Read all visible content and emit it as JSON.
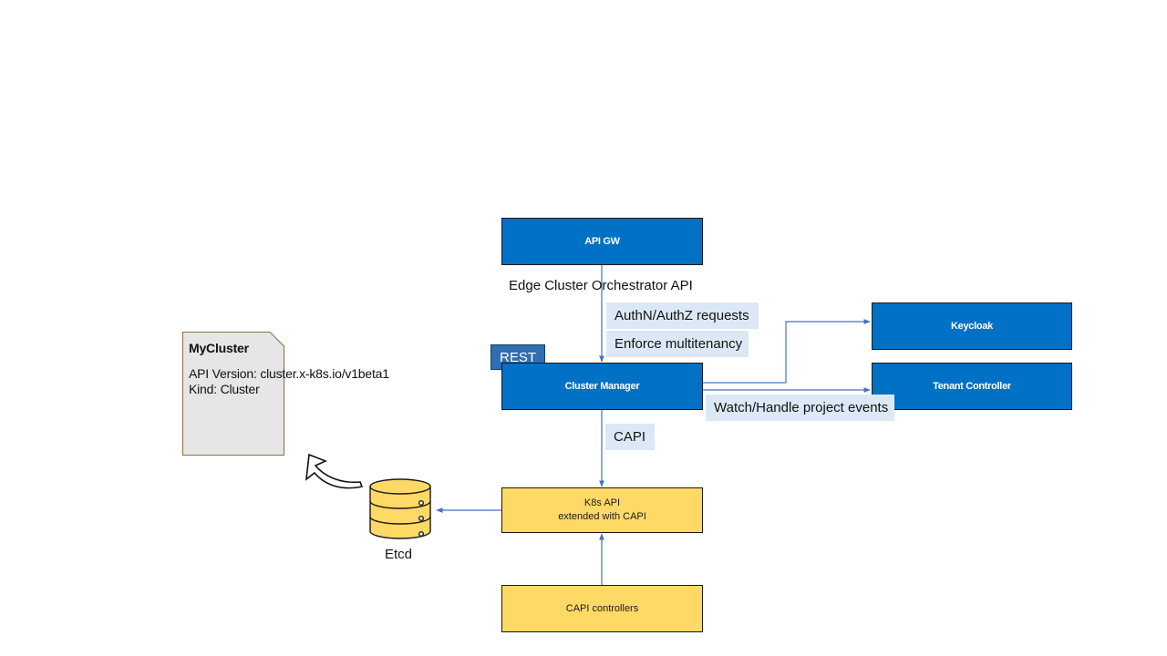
{
  "colors": {
    "accent_blue": "#0071c5",
    "node_yellow": "#ffd966",
    "label_bg": "#dce8f5",
    "rest_tag": "#2f6fb2",
    "arrow": "#4472c4",
    "etcd_fill": "#ffd966",
    "doc_fill": "#e6e6e6",
    "doc_border": "#8b6e3e"
  },
  "nodes": {
    "api_gw": "API GW",
    "cluster_manager": "Cluster Manager",
    "keycloak": "Keycloak",
    "tenant_controller": "Tenant Controller",
    "k8s_api_line1": "K8s API",
    "k8s_api_line2": "extended with CAPI",
    "capi_controllers": "CAPI controllers"
  },
  "labels": {
    "edge_api": "Edge Cluster Orchestrator API",
    "authn": "AuthN/AuthZ requests",
    "multitenancy": "Enforce multitenancy",
    "rest": "REST",
    "watch": "Watch/Handle project events",
    "capi": "CAPI",
    "etcd": "Etcd"
  },
  "document": {
    "title": "MyCluster",
    "api_version": "API Version: cluster.x-k8s.io/v1beta1",
    "kind": "Kind: Cluster"
  },
  "icons": {
    "etcd": "database-icon",
    "curved_arrow": "curved-arrow-icon"
  }
}
